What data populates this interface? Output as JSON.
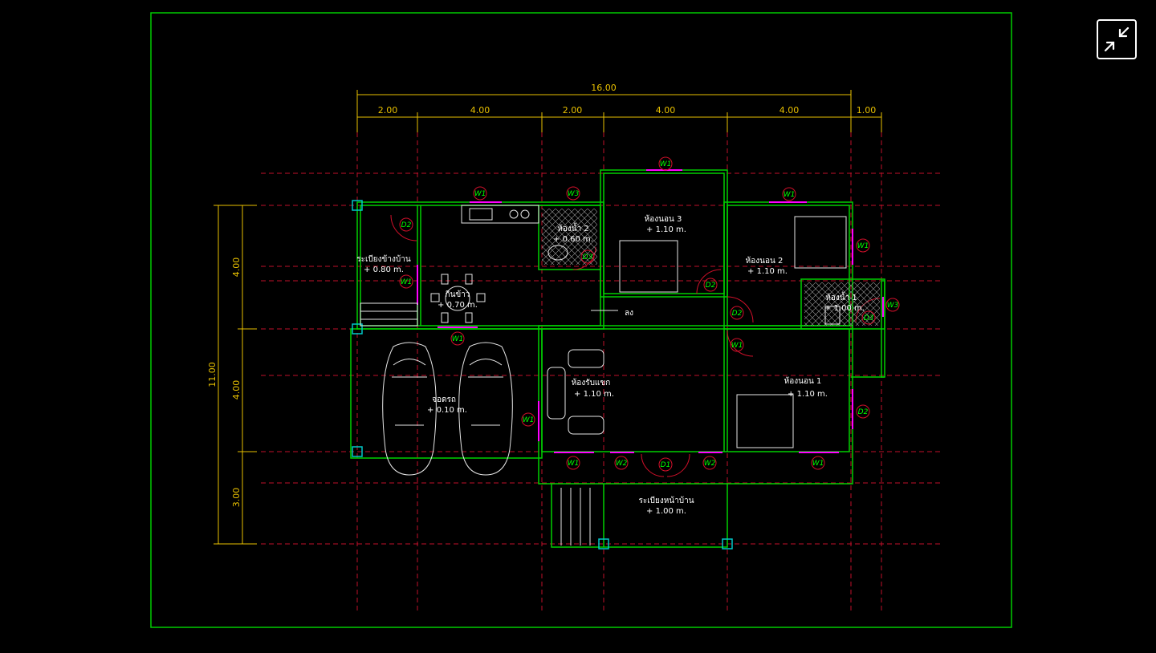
{
  "drawing": {
    "overall_dimension": "16.00",
    "top_dimensions": [
      "2.00",
      "4.00",
      "2.00",
      "4.00",
      "4.00",
      "1.00"
    ],
    "overall_side_dimension": "11.00",
    "side_dimensions": [
      "4.00",
      "4.00",
      "3.00"
    ],
    "rooms": [
      {
        "name": "ระเบียงข้างบ้าน",
        "level": "+ 0.80 m."
      },
      {
        "name": "กินข้าว",
        "level": "+ 0.70 m."
      },
      {
        "name": "ห้องน้ำ 2",
        "level": "+ 0.60 m."
      },
      {
        "name": "ห้องนอน 3",
        "level": "+ 1.10 m."
      },
      {
        "name": "ห้องนอน 2",
        "level": "+ 1.10 m."
      },
      {
        "name": "ห้องน้ำ 1",
        "level": "+ 1.00 m."
      },
      {
        "name": "จอดรถ",
        "level": "+ 0.10 m."
      },
      {
        "name": "ห้องรับแขก",
        "level": "+ 1.10 m."
      },
      {
        "name": "ห้องนอน 1",
        "level": "+ 1.10 m."
      },
      {
        "name": "ระเบียงหน้าบ้าน",
        "level": "+ 1.00 m."
      }
    ],
    "stair_label": "ลง",
    "tags": [
      "W1",
      "W3",
      "W1",
      "W1",
      "W1",
      "D2",
      "W1",
      "D3",
      "D2",
      "D2",
      "W1",
      "W3",
      "D3",
      "D2",
      "W1",
      "W1",
      "W2",
      "D1",
      "W2",
      "W1",
      "W1"
    ]
  },
  "controls": {
    "exit_fullscreen_icon": "collapse-arrows-icon"
  },
  "colors": {
    "wall": "#00d000",
    "grid": "#d0102a",
    "dimension": "#e8c000",
    "window": "#ff00ff",
    "text": "#ffffff",
    "frame": "#00cc00"
  }
}
